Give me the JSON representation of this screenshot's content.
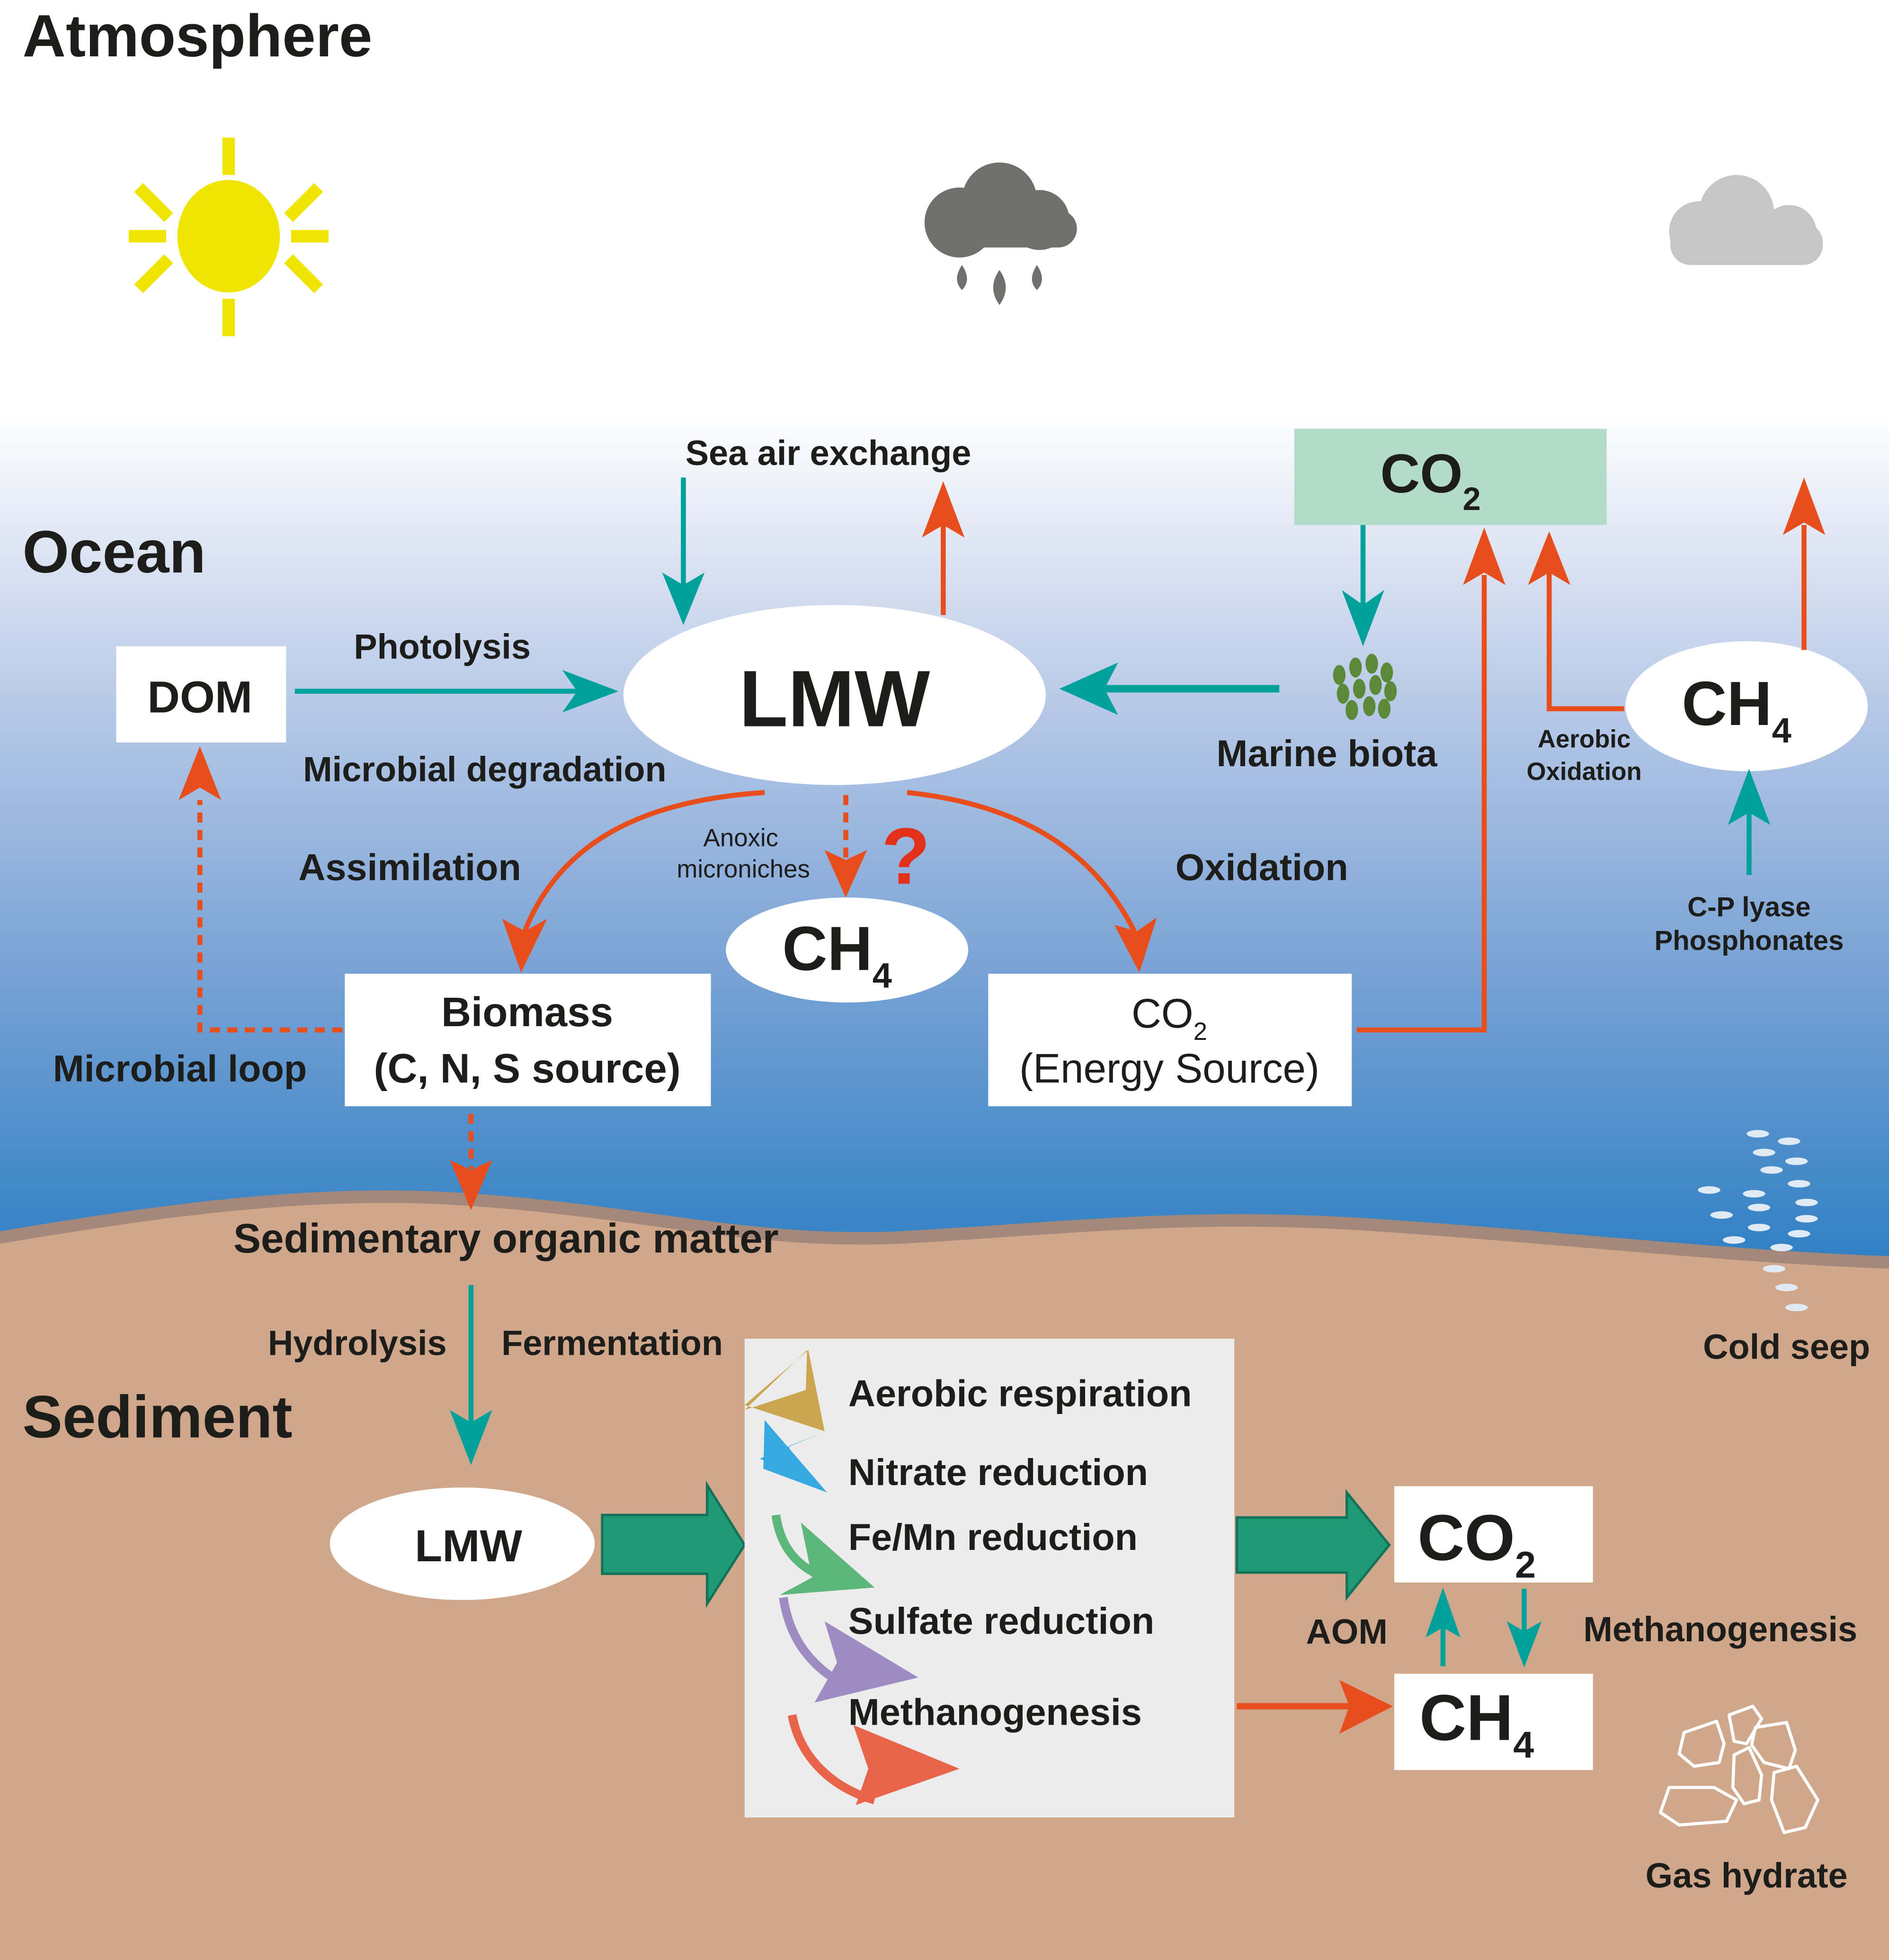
{
  "zones": {
    "atmosphere": "Atmosphere",
    "ocean": "Ocean",
    "sediment": "Sediment"
  },
  "colors": {
    "teal_arrow": "#00a19a",
    "orange_arrow": "#e84e1b",
    "sediment": "#d0a78b",
    "ocean_deep": "#2f80c4",
    "co2_box": "#b2dbc8",
    "sun": "#f0e500",
    "rain_cloud": "#6f6f6e",
    "cloud": "#c6c6c6",
    "biota": "#5a8a37",
    "question": "#e3301b"
  },
  "ocean": {
    "sea_air_exchange": "Sea air exchange",
    "co2_top": {
      "main": "CO",
      "sub": "2"
    },
    "dom": "DOM",
    "photolysis": "Photolysis",
    "lmw": "LMW",
    "microbial_degradation": "Microbial degradation",
    "marine_biota": "Marine biota",
    "ch4_right": {
      "main": "CH",
      "sub": "4"
    },
    "aerobic_oxidation": [
      "Aerobic",
      "Oxidation"
    ],
    "cp_lyase": [
      "C-P lyase",
      "Phosphonates"
    ],
    "assimilation": "Assimilation",
    "anoxic": [
      "Anoxic",
      "microniches"
    ],
    "question_mark": "?",
    "oxidation": "Oxidation",
    "ch4_mid": {
      "main": "CH",
      "sub": "4"
    },
    "biomass": [
      "Biomass",
      "(C, N, S source)"
    ],
    "co2_energy": {
      "main": "CO",
      "sub": "2",
      "line2": "(Energy Source)"
    },
    "microbial_loop": "Microbial loop",
    "cold_seep": "Cold seep"
  },
  "sediment": {
    "som": "Sedimentary organic matter",
    "hydrolysis": "Hydrolysis",
    "fermentation": "Fermentation",
    "lmw": "LMW",
    "processes": [
      {
        "label": "Aerobic respiration",
        "color": "#cba54f"
      },
      {
        "label": "Nitrate reduction",
        "color": "#36a9e1"
      },
      {
        "label": "Fe/Mn reduction",
        "color": "#5db67c"
      },
      {
        "label": "Sulfate reduction",
        "color": "#9d8bc2"
      },
      {
        "label": "Methanogenesis",
        "color": "#e9644a"
      }
    ],
    "co2": {
      "main": "CO",
      "sub": "2"
    },
    "ch4": {
      "main": "CH",
      "sub": "4"
    },
    "aom": "AOM",
    "methanogenesis": "Methanogenesis",
    "gas_hydrate": "Gas hydrate"
  }
}
